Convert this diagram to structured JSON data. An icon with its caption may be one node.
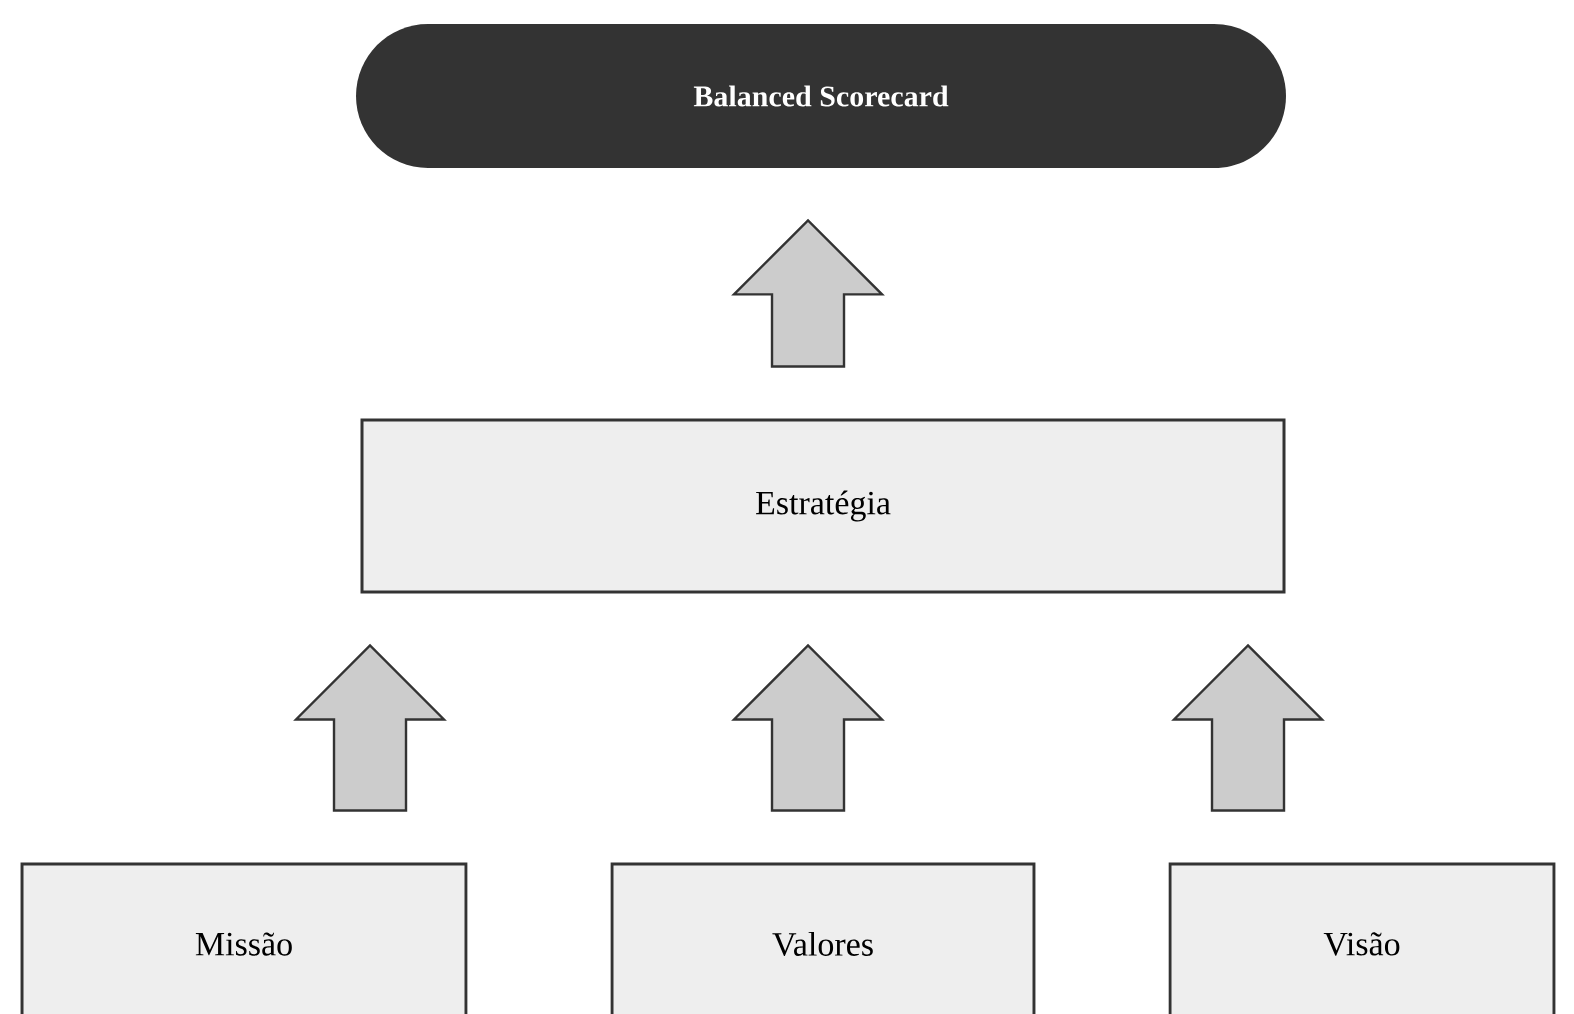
{
  "diagram": {
    "nodes": [
      {
        "text": [
          "Balanced Scorecard"
        ]
      },
      {
        "text": [
          "Estratégia"
        ]
      },
      {
        "text": [
          "Missão"
        ]
      },
      {
        "text": [
          "Valores"
        ]
      },
      {
        "text": [
          "Visão"
        ]
      }
    ],
    "edges": [
      {
        "from": 1,
        "to": 0,
        "arrow": "to"
      },
      {
        "from": 2,
        "to": 1,
        "arrow": "to"
      },
      {
        "from": 3,
        "to": 1,
        "arrow": "to"
      },
      {
        "from": 4,
        "to": 1,
        "arrow": "to"
      }
    ]
  }
}
